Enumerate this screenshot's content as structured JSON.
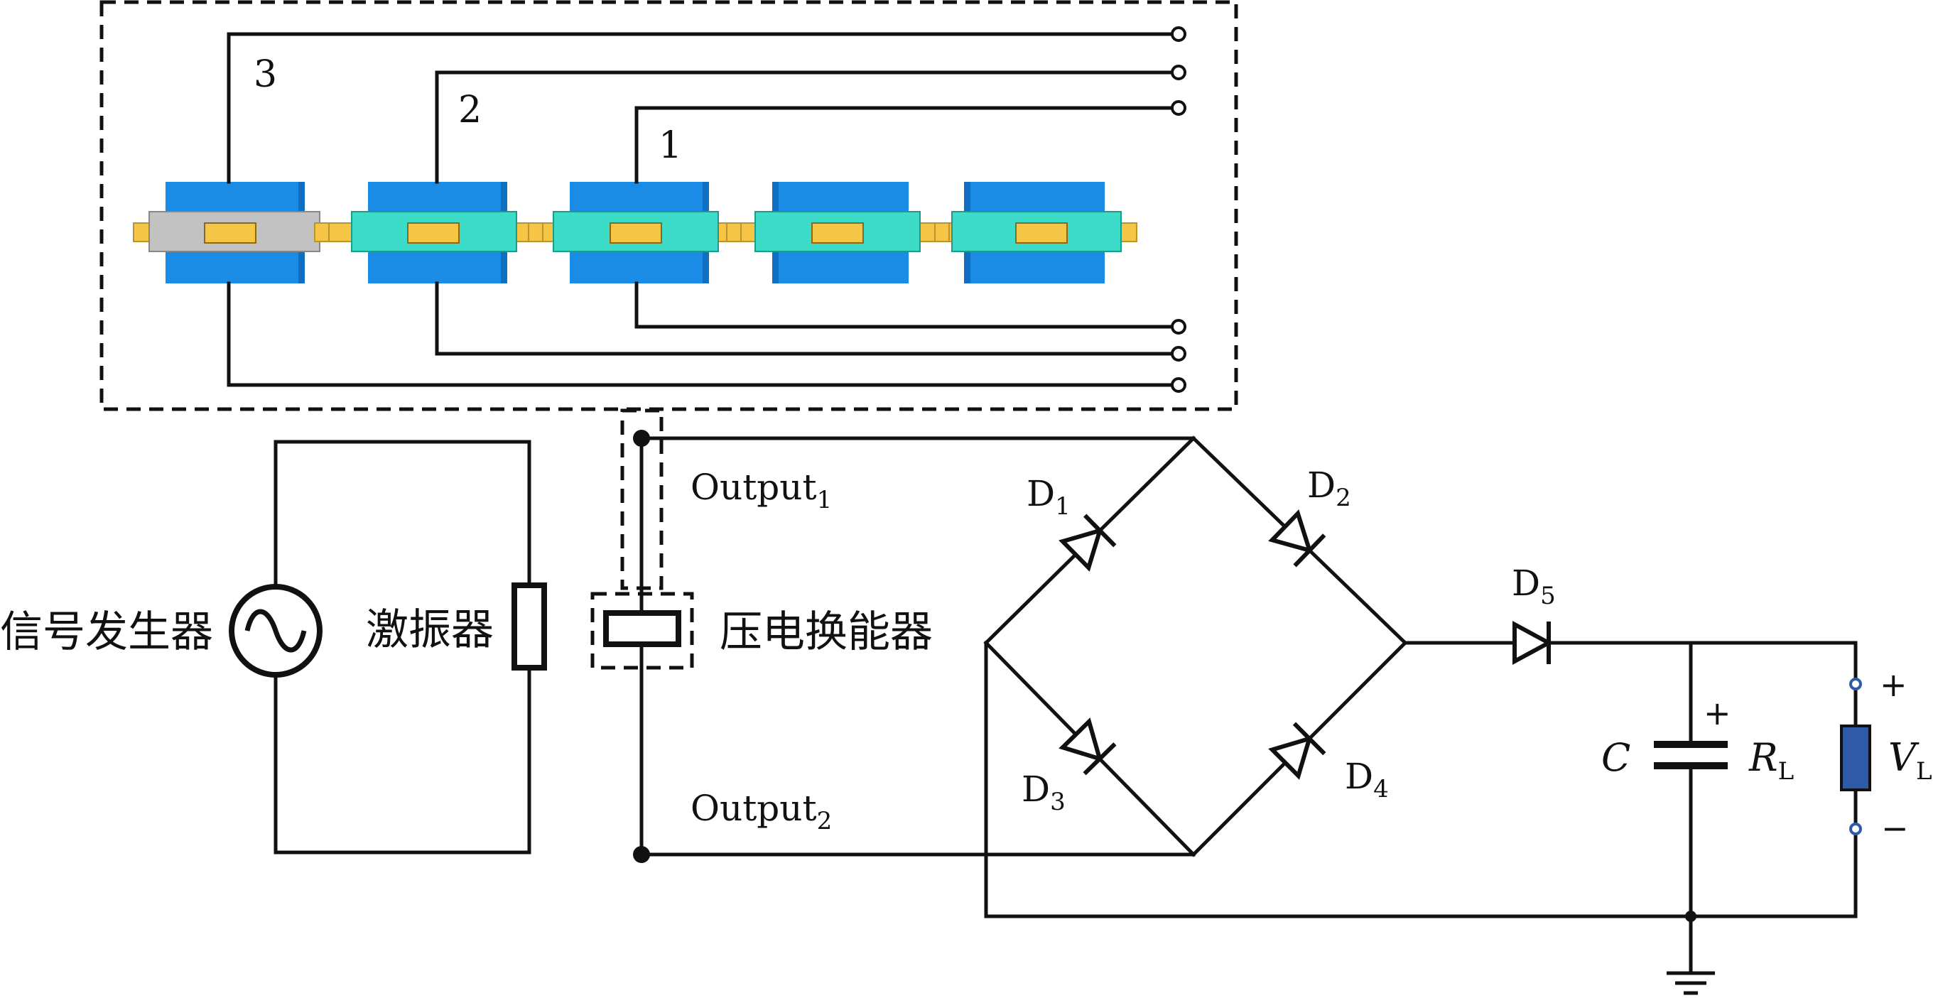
{
  "labels": {
    "stage_numbers": [
      "3",
      "2",
      "1"
    ],
    "signal_generator": "信号发生器",
    "exciter": "激振器",
    "transducer": "压电换能器",
    "output1": {
      "base": "Output",
      "sub": "1"
    },
    "output2": {
      "base": "Output",
      "sub": "2"
    },
    "diodes": [
      {
        "base": "D",
        "sub": "1"
      },
      {
        "base": "D",
        "sub": "2"
      },
      {
        "base": "D",
        "sub": "3"
      },
      {
        "base": "D",
        "sub": "4"
      },
      {
        "base": "D",
        "sub": "5"
      }
    ],
    "capacitor": "C",
    "capacitor_plus": "+",
    "load": {
      "base": "R",
      "sub": "L"
    },
    "voltage": {
      "base": "V",
      "sub": "L"
    },
    "plus": "+",
    "minus": "−"
  },
  "colors": {
    "block_blue": "#1a8ce6",
    "block_blue_dark": "#0f6fc0",
    "teal_sleeve": "#3ddcc8",
    "grey_sleeve": "#c2c2c2",
    "gold_bar": "#f5c545",
    "resistor_fill": "#2f5aa8"
  }
}
